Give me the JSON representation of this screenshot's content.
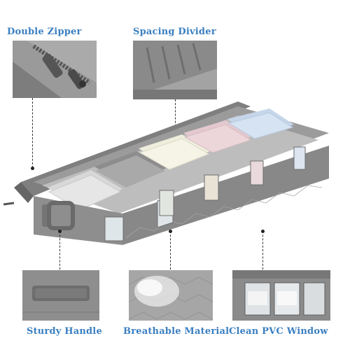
{
  "features": {
    "double_zipper": "Double Zipper",
    "spacing_divider": "Spacing Divider",
    "sturdy_handle": "Sturdy Handle",
    "breathable_material": "Breathable Material",
    "clean_pvc_window": "Clean PVC Window"
  },
  "colors": {
    "label": "#3a7fc1",
    "fabric": "#8c8c8c",
    "fabric_dark": "#6f6f6f"
  }
}
